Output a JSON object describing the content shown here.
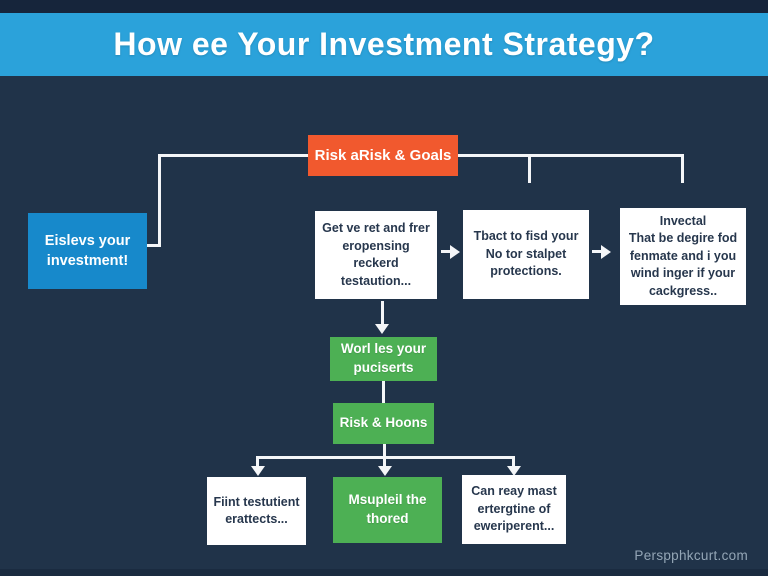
{
  "header": {
    "title": "How ee Your Investment Strategy?"
  },
  "watermark": "Perspphkcurt.com",
  "colors": {
    "background": "#203349",
    "top_strip": "#16253B",
    "bottom_strip": "#1A2B40",
    "header_blue": "#2BA2DA",
    "box_blue": "#1789CB",
    "box_orange": "#F1592E",
    "box_green": "#4DB054",
    "box_white": "#FFFFFF",
    "line_white": "#F4F6F8",
    "text_dark": "#27374D",
    "watermark": "#94A6B6"
  },
  "nodes": {
    "root": {
      "label": "Risk aRisk & Goals",
      "type": "orange"
    },
    "left": {
      "label": "Eislevs your\ninvestment!",
      "type": "blue"
    },
    "step1": {
      "label": "Get ve ret and frer\neropensing reckerd\ntestaution...",
      "type": "white"
    },
    "step2": {
      "label": "Tbact to fisd your\nNo tor stalpet\nprotections.",
      "type": "white"
    },
    "step3": {
      "label": "Invectal\nThat be degire fod\nfenmate and i you\nwind inger if your\ncackgress..",
      "type": "white"
    },
    "mid1": {
      "label": "Worl les your\npuciserts",
      "type": "green"
    },
    "mid2": {
      "label": "Risk & Hoons",
      "type": "green"
    },
    "leaf1": {
      "label": "Fiint testutient\nerattects...",
      "type": "white"
    },
    "leaf2": {
      "label": "Msupleil the\nthored",
      "type": "green"
    },
    "leaf3": {
      "label": "Can reay mast\nertergtine of\neweriperent...",
      "type": "white"
    }
  }
}
